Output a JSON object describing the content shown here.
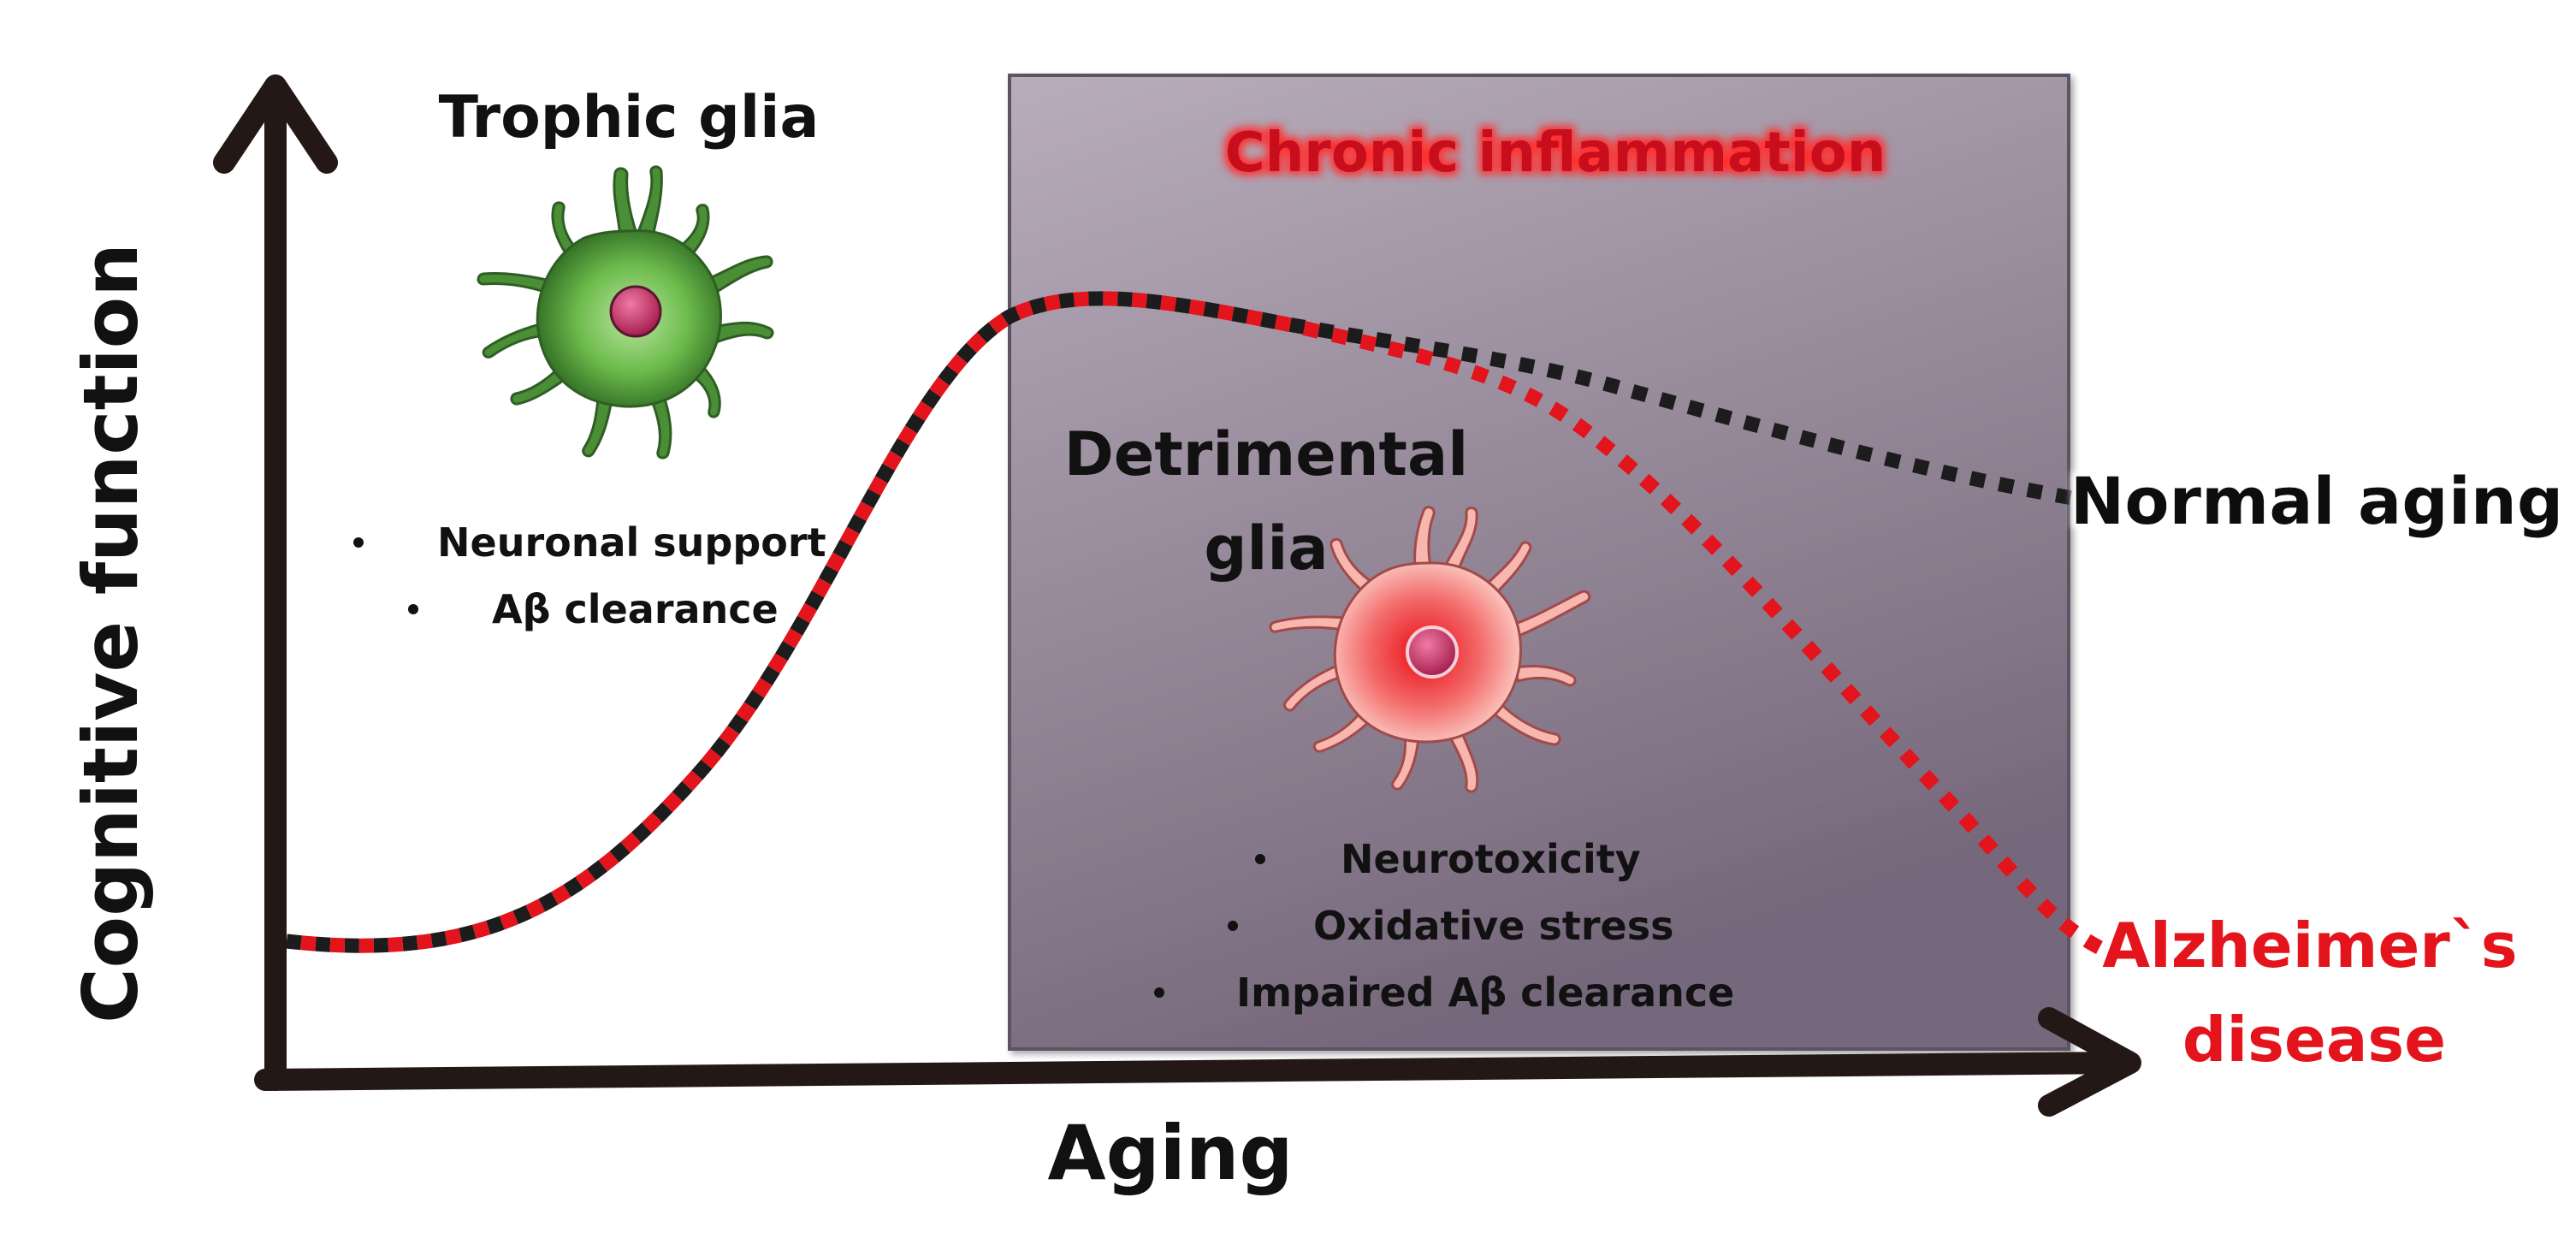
{
  "colors": {
    "axis": "#231815",
    "normal_curve": "#1c1c1c",
    "ad_curve": "#e3141b",
    "box_top": "#b5aab8",
    "box_bottom": "#7b6d80",
    "trophic_glia": "#4fa83a",
    "detrimental_glia": "#ec1c24",
    "nucleus": "#c8326a"
  },
  "axes": {
    "y_label": "Cognitive function",
    "x_label": "Aging"
  },
  "inflammation_box": {
    "title": "Chronic inflammation"
  },
  "trophic_glia": {
    "title": "Trophic glia",
    "icon": "microglia-cell-icon",
    "bullets": [
      "Neuronal support",
      "Aβ clearance"
    ]
  },
  "detrimental_glia": {
    "title_line1": "Detrimental",
    "title_line2": "glia",
    "icon": "activated-microglia-cell-icon",
    "bullets": [
      "Neurotoxicity",
      "Oxidative stress",
      "Impaired Aβ clearance"
    ]
  },
  "curves": {
    "normal_label": "Normal aging",
    "ad_label_line1": "Alzheimer`s",
    "ad_label_line2": "disease"
  }
}
